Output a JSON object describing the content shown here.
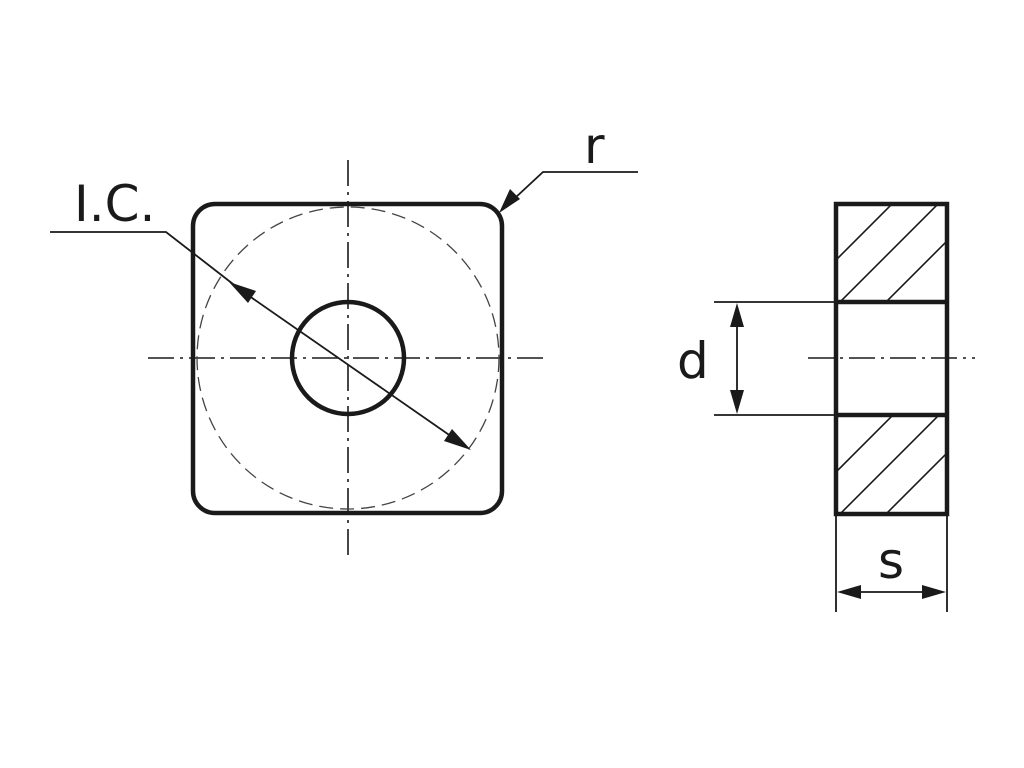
{
  "labels": {
    "inscribed_circle": "I.C.",
    "corner_radius": "r",
    "hole_diameter": "d",
    "thickness": "s"
  },
  "colors": {
    "line": "#1a1a1a",
    "background": "#ffffff"
  }
}
